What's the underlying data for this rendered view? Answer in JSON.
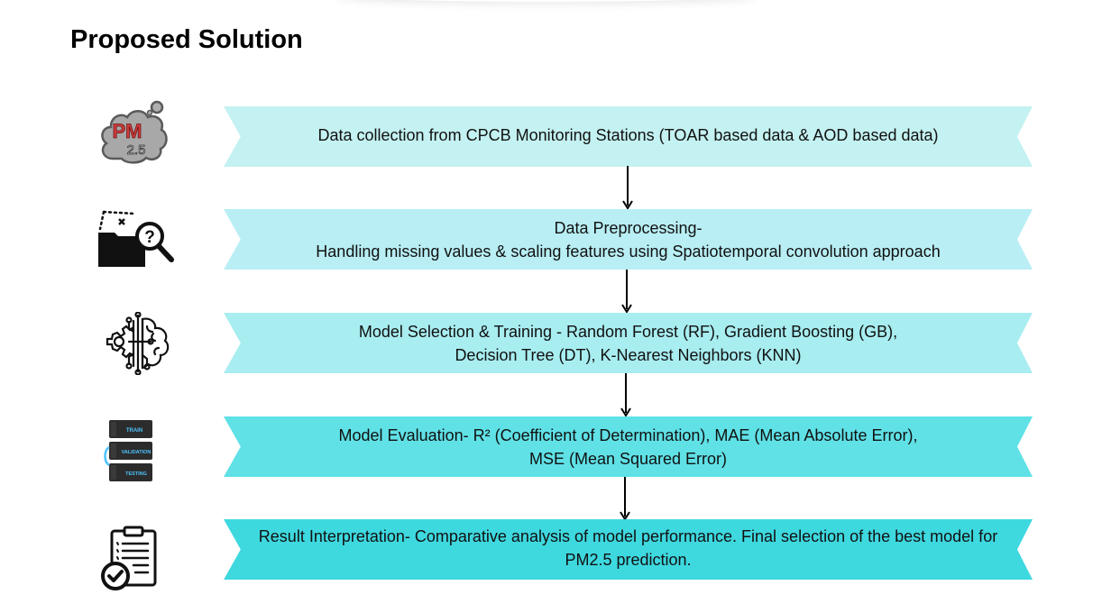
{
  "page": {
    "title": "Proposed Solution"
  },
  "steps": [
    {
      "lines": [
        "Data collection from CPCB Monitoring Stations (TOAR based data & AOD based data)"
      ],
      "color": "#c4f1f1",
      "icon": "pm25-cloud-icon"
    },
    {
      "lines": [
        "Data Preprocessing-",
        "Handling missing values & scaling features using Spatiotemporal convolution approach"
      ],
      "color": "#b8eef4",
      "icon": "folder-search-icon"
    },
    {
      "lines": [
        "Model Selection & Training - Random Forest (RF), Gradient Boosting (GB),",
        "Decision Tree (DT), K-Nearest Neighbors (KNN)"
      ],
      "color": "#a8edf0",
      "icon": "brain-circuit-icon"
    },
    {
      "lines": [
        "Model Evaluation- R² (Coefficient of Determination), MAE (Mean Absolute Error),",
        "MSE (Mean Squared Error)"
      ],
      "color": "#5fe1e6",
      "icon": "server-stack-icon"
    },
    {
      "lines": [
        "Result Interpretation- Comparative analysis of model performance. Final selection of the best model for",
        "PM2.5 prediction."
      ],
      "color": "#3ed8df",
      "icon": "clipboard-check-icon"
    }
  ],
  "icon_labels": {
    "pm_top": "PM",
    "pm_bottom": "2.5",
    "server_train": "TRAIN",
    "server_validation": "VALIDATION",
    "server_testing": "TESTING"
  }
}
